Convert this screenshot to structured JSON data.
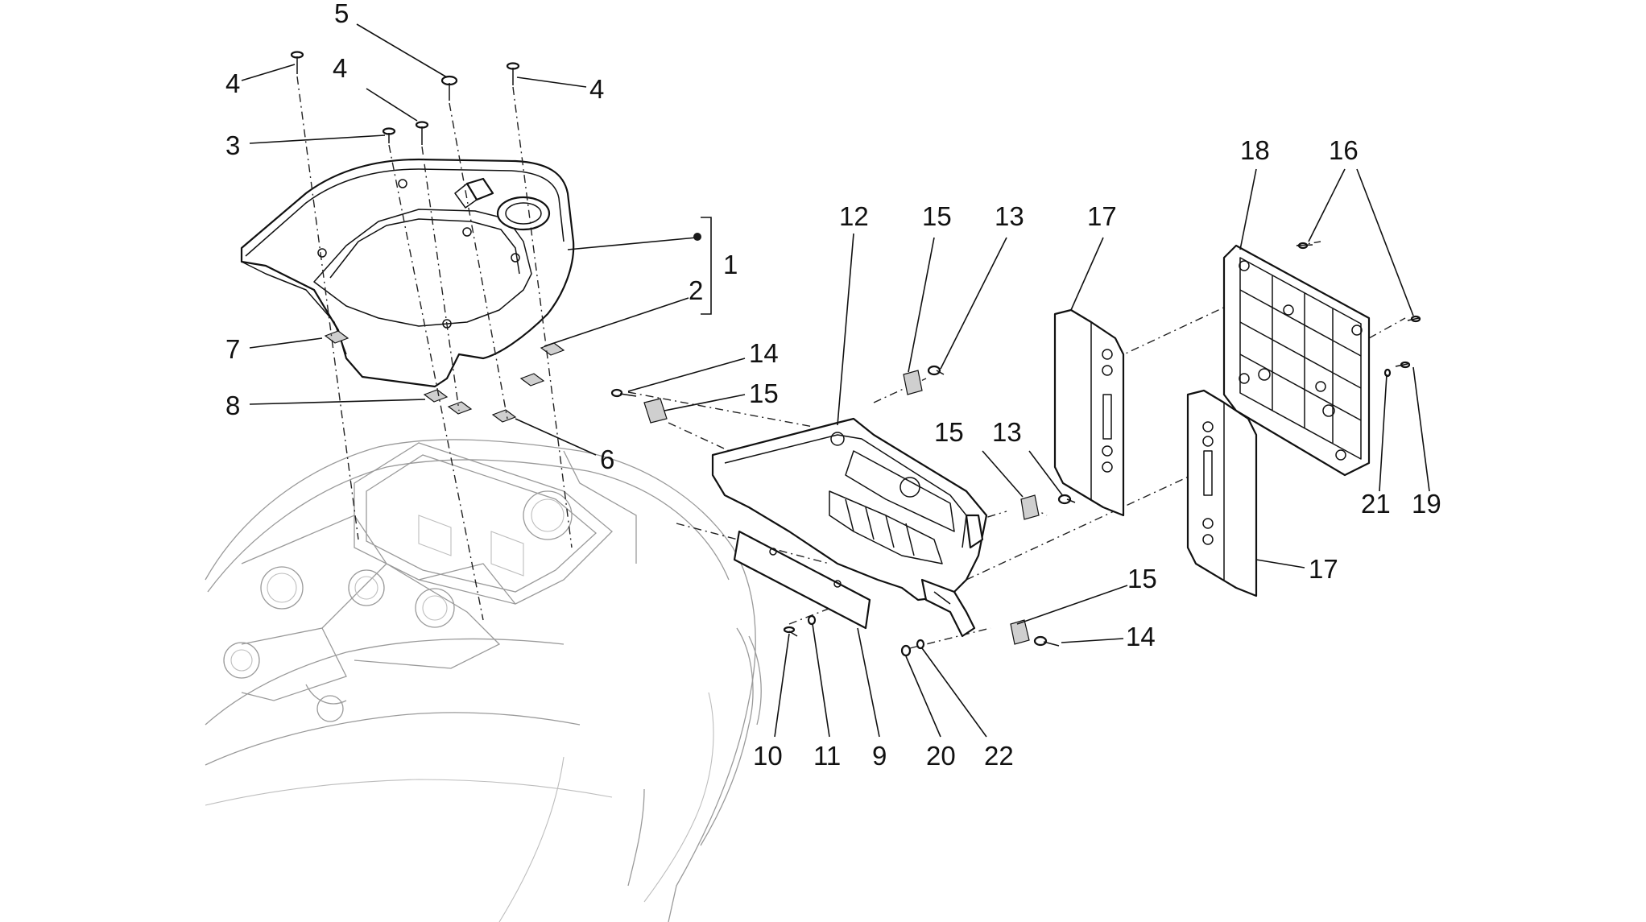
{
  "callouts": [
    {
      "id": "c5",
      "text": "5"
    },
    {
      "id": "c4a",
      "text": "4"
    },
    {
      "id": "c4b",
      "text": "4"
    },
    {
      "id": "c4c",
      "text": "4"
    },
    {
      "id": "c3",
      "text": "3"
    },
    {
      "id": "c1",
      "text": "1"
    },
    {
      "id": "c2",
      "text": "2"
    },
    {
      "id": "c7",
      "text": "7"
    },
    {
      "id": "c8",
      "text": "8"
    },
    {
      "id": "c6",
      "text": "6"
    },
    {
      "id": "c14a",
      "text": "14"
    },
    {
      "id": "c15a",
      "text": "15"
    },
    {
      "id": "c12",
      "text": "12"
    },
    {
      "id": "c15b",
      "text": "15"
    },
    {
      "id": "c13a",
      "text": "13"
    },
    {
      "id": "c17a",
      "text": "17"
    },
    {
      "id": "c15c",
      "text": "15"
    },
    {
      "id": "c13b",
      "text": "13"
    },
    {
      "id": "c18",
      "text": "18"
    },
    {
      "id": "c16",
      "text": "16"
    },
    {
      "id": "c21",
      "text": "21"
    },
    {
      "id": "c19",
      "text": "19"
    },
    {
      "id": "c17b",
      "text": "17"
    },
    {
      "id": "c15d",
      "text": "15"
    },
    {
      "id": "c14b",
      "text": "14"
    },
    {
      "id": "c10",
      "text": "10"
    },
    {
      "id": "c11",
      "text": "11"
    },
    {
      "id": "c9",
      "text": "9"
    },
    {
      "id": "c20",
      "text": "20"
    },
    {
      "id": "c22",
      "text": "22"
    }
  ]
}
